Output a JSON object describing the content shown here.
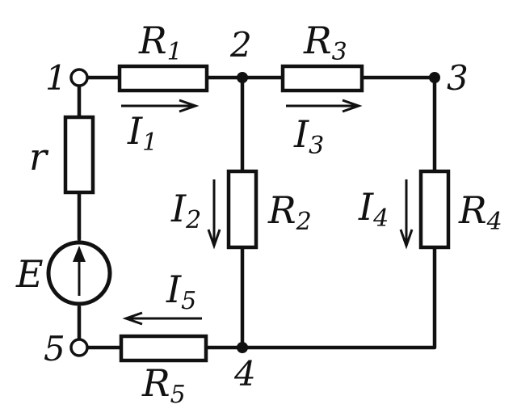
{
  "nodes": {
    "n1": "1",
    "n2": "2",
    "n3": "3",
    "n4": "4",
    "n5": "5"
  },
  "resistors": {
    "r1": {
      "letter": "R",
      "sub": "1"
    },
    "r2": {
      "letter": "R",
      "sub": "2"
    },
    "r3": {
      "letter": "R",
      "sub": "3"
    },
    "r4": {
      "letter": "R",
      "sub": "4"
    },
    "r5": {
      "letter": "R",
      "sub": "5"
    },
    "internal": {
      "letter": "r"
    }
  },
  "source": {
    "letter": "E"
  },
  "currents": {
    "i1": {
      "letter": "I",
      "sub": "1"
    },
    "i2": {
      "letter": "I",
      "sub": "2"
    },
    "i3": {
      "letter": "I",
      "sub": "3"
    },
    "i4": {
      "letter": "I",
      "sub": "4"
    },
    "i5": {
      "letter": "I",
      "sub": "5"
    }
  }
}
